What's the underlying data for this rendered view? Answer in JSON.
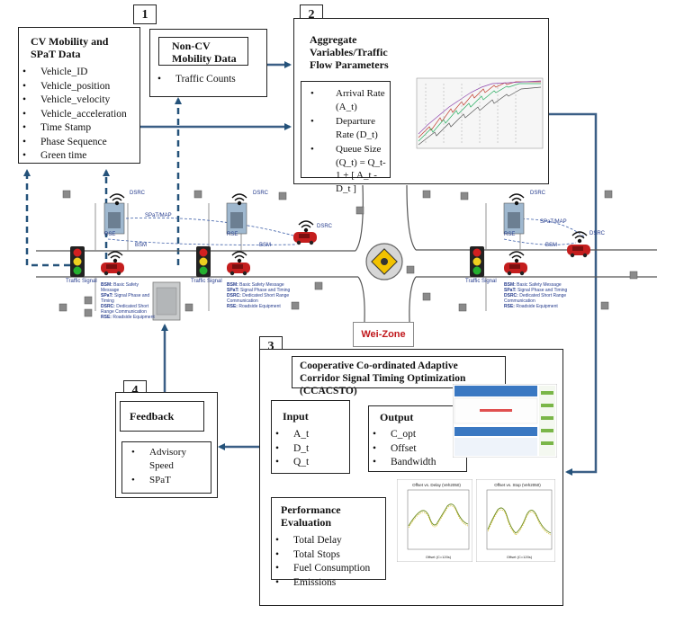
{
  "markers": [
    "1",
    "2",
    "3",
    "4"
  ],
  "box1": {
    "title": "CV Mobility and SPaT Data",
    "items": [
      "Vehicle_ID",
      "Vehicle_position",
      "Vehicle_velocity",
      "Vehicle_acceleration",
      "Time Stamp",
      "Phase Sequence",
      "Green time"
    ]
  },
  "noncv": {
    "title": "Non-CV Mobility Data",
    "items": [
      "Traffic Counts"
    ]
  },
  "box2": {
    "title": "Aggregate Variables/Traffic Flow Parameters",
    "items": [
      "Arrival Rate (A_t)",
      "Departure Rate (D_t)",
      "Queue Size (Q_t) = Q_t-1 + [ A_t - D_t ]"
    ]
  },
  "box3": {
    "title": "Cooperative Co-ordinated Adaptive Corridor Signal Timing Optimization (CCACSTO)",
    "input_title": "Input",
    "inputs": [
      "A_t",
      "D_t",
      "Q_t"
    ],
    "output_title": "Output",
    "outputs": [
      "C_opt",
      "Offset",
      "Bandwidth"
    ],
    "perf_title": "Performance Evaluation",
    "perf_items": [
      "Total Delay",
      "Total Stops",
      "Fuel Consumption",
      "Emissions"
    ],
    "plot_left_title": "Offset vs. Delay (Veh2050)",
    "plot_right_title": "Offset vs. Stop (Veh2050)",
    "plot_xlabel": "Offset (C=120s)"
  },
  "box4": {
    "title": "Feedback",
    "items": [
      "Advisory Speed",
      "SPaT"
    ]
  },
  "scene": {
    "dsrc": "DSRC",
    "bsm": "BSM",
    "spat": "SPaT/MAP",
    "rse": "RSE",
    "traffic_signal": "Traffic Signal",
    "wei_zone": "Wei-Zone",
    "legend": [
      {
        "abbr": "BSM:",
        "text": "Basic Safety Message"
      },
      {
        "abbr": "SPaT:",
        "text": "Signal Phase and Timing"
      },
      {
        "abbr": "DSRC:",
        "text": "Dedicated Short Range Communication"
      },
      {
        "abbr": "RSE:",
        "text": "Roadside Equipment"
      }
    ]
  }
}
